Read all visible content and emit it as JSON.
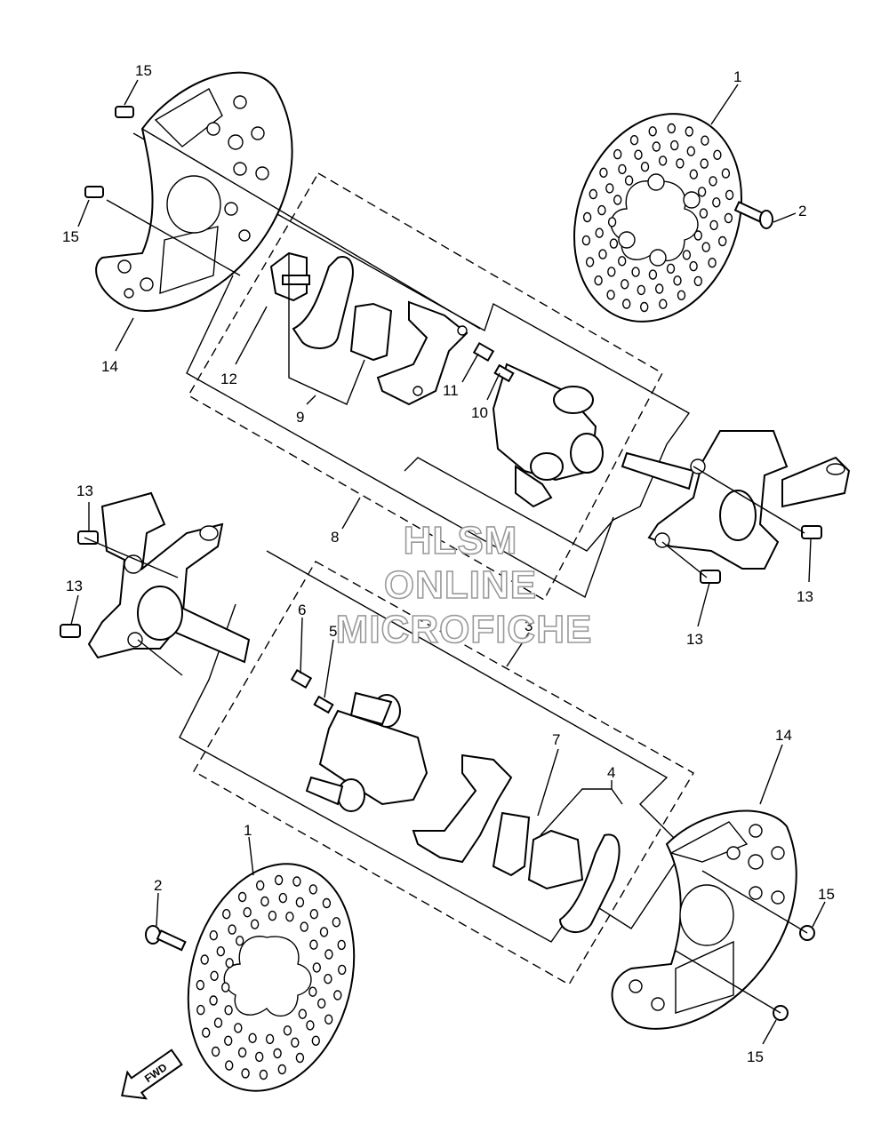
{
  "watermark": {
    "line1": "HLSM",
    "line2": "ONLINE",
    "line3": "MICROFICHE"
  },
  "fwd_label": "FWD",
  "callouts": [
    {
      "id": "c1a",
      "text": "1"
    },
    {
      "id": "c2a",
      "text": "2"
    },
    {
      "id": "c15a",
      "text": "15"
    },
    {
      "id": "c15b",
      "text": "15"
    },
    {
      "id": "c14a",
      "text": "14"
    },
    {
      "id": "c12",
      "text": "12"
    },
    {
      "id": "c9",
      "text": "9"
    },
    {
      "id": "c11",
      "text": "11"
    },
    {
      "id": "c10",
      "text": "10"
    },
    {
      "id": "c8",
      "text": "8"
    },
    {
      "id": "c13a",
      "text": "13"
    },
    {
      "id": "c13b",
      "text": "13"
    },
    {
      "id": "c13c",
      "text": "13"
    },
    {
      "id": "c13d",
      "text": "13"
    },
    {
      "id": "c6",
      "text": "6"
    },
    {
      "id": "c5",
      "text": "5"
    },
    {
      "id": "c3",
      "text": "3"
    },
    {
      "id": "c7",
      "text": "7"
    },
    {
      "id": "c4",
      "text": "4"
    },
    {
      "id": "c14b",
      "text": "14"
    },
    {
      "id": "c1b",
      "text": "1"
    },
    {
      "id": "c2b",
      "text": "2"
    },
    {
      "id": "c15c",
      "text": "15"
    },
    {
      "id": "c15d",
      "text": "15"
    }
  ]
}
